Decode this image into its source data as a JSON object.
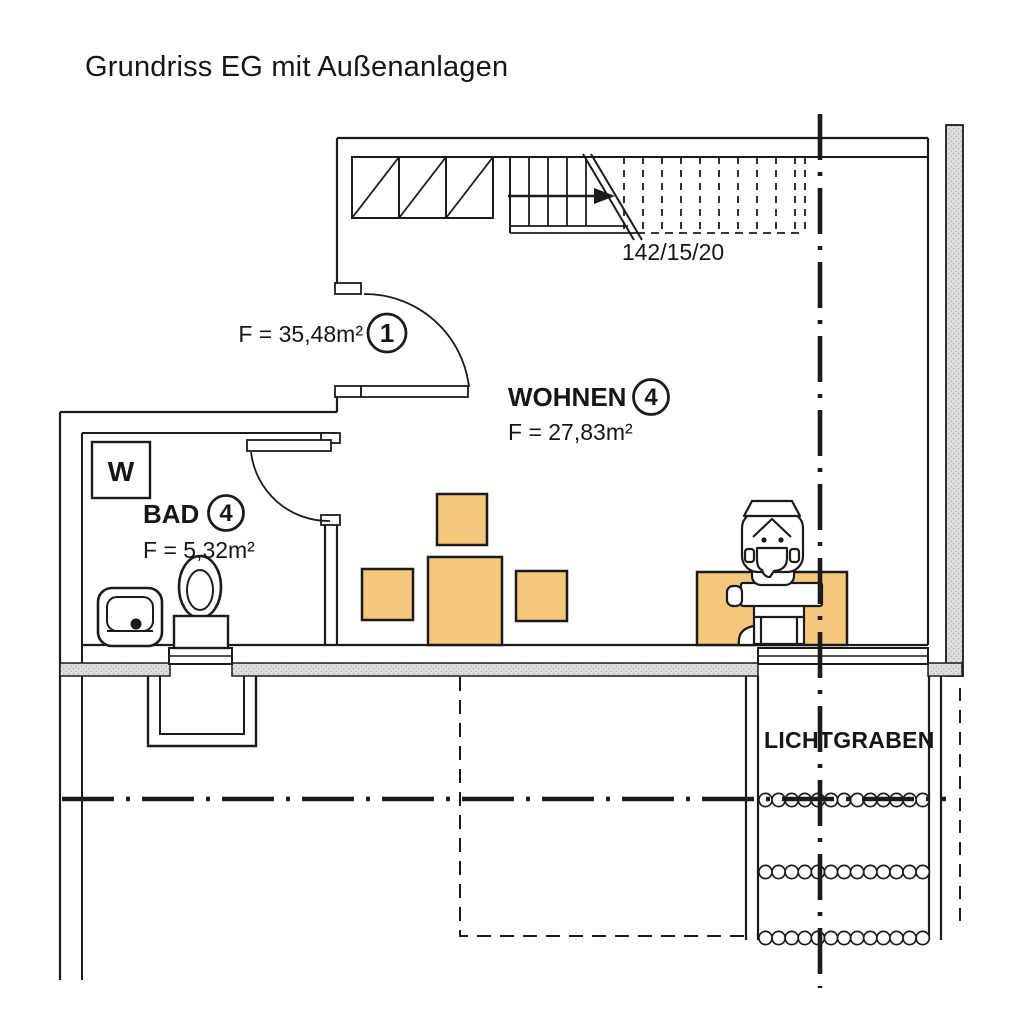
{
  "title": "Grundriss EG mit Außenanlagen",
  "stairs": {
    "label": "142/15/20"
  },
  "rooms": {
    "hall": {
      "area_label": "F = 35,48m²",
      "number": "1"
    },
    "wohnen": {
      "name": "WOHNEN",
      "number": "4",
      "area_label": "F = 27,83m²"
    },
    "bad": {
      "name": "BAD",
      "number": "4",
      "area_label": "F = 5,32m²"
    },
    "lichtgraben": {
      "name": "LICHTGRABEN"
    }
  },
  "appliances": {
    "washer_label": "W"
  },
  "colors": {
    "furniture": "#F5C87C",
    "hatch": "#DEDEDE",
    "line": "#1B1B1B"
  }
}
